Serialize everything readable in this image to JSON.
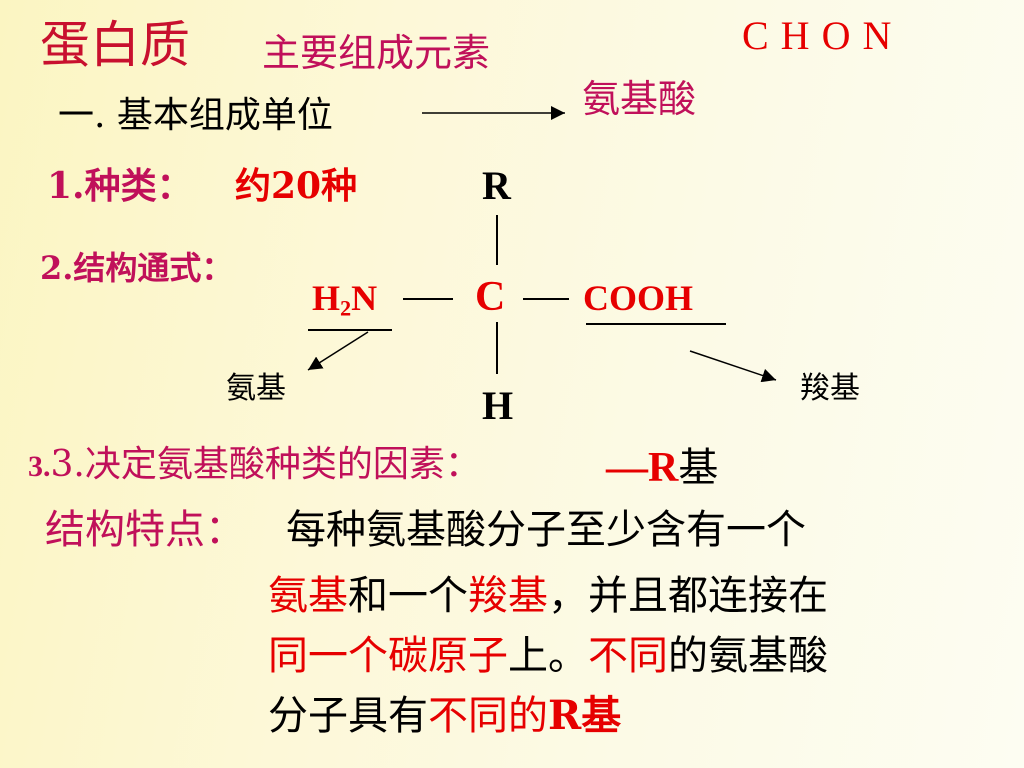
{
  "title": "蛋白质",
  "main_elements_label": "主要组成元素",
  "elements": "C H O N",
  "section1": {
    "label": "一.  基本组成单位",
    "result": "氨基酸"
  },
  "item1": {
    "label": "1.种类：",
    "value": "约20种"
  },
  "item2": {
    "label": "2.结构通式："
  },
  "formula": {
    "r": "R",
    "c": "C",
    "h": "H",
    "amino_h": "H",
    "amino_sub": "2",
    "amino_n": "N",
    "carboxyl": "COOH",
    "amino_group_label": "氨基",
    "carboxyl_group_label": "羧基"
  },
  "item3": {
    "label": "3.决定氨基酸种类的因素：",
    "dash": "—",
    "r": "R",
    "suffix": "基"
  },
  "feature": {
    "label": "结构特点：",
    "line1": "每种氨基酸分子至少含有一个",
    "line2_a": "氨基",
    "line2_b": "和一个",
    "line2_c": "羧基",
    "line2_d": "，并且都连接在",
    "line3_a": "同一个碳原子",
    "line3_b": "上。",
    "line3_c": "不同",
    "line3_d": "的氨基酸",
    "line4_a": "分子具有",
    "line4_b": "不同的",
    "line4_c": "R基"
  },
  "colors": {
    "accent_red": "#e60000",
    "title_red": "#c8102e",
    "magenta": "#c0105a",
    "text": "#000000"
  }
}
